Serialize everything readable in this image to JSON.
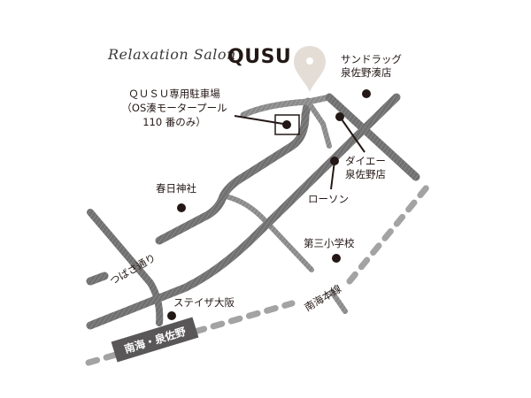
{
  "header": {
    "script_title": "Relaxation Salon",
    "brand": "QUSU"
  },
  "colors": {
    "road": "#6b6b6b",
    "road_light": "#8c8c8c",
    "railway": "#9a9a9a",
    "pin": "#e4ddd6",
    "dot": "#231815",
    "badge_bg": "#595757",
    "badge_text": "#ffffff"
  },
  "destination": {
    "icon": "map-pin-icon"
  },
  "parking": {
    "line1": "ＱＵＳＵ専用駐車場",
    "line2": "（OS湊モータープール",
    "line3": "110 番のみ）"
  },
  "landmarks": {
    "sundrug": {
      "line1": "サンドラッグ",
      "line2": "泉佐野湊店"
    },
    "daiei": {
      "line1": "ダイエー",
      "line2": "泉佐野店"
    },
    "lawson": "ローソン",
    "kasuga_shrine": "春日神社",
    "daisan_school": "第三小学校",
    "stayza": "ステイザ大阪"
  },
  "roads": {
    "tsubasa_dori": "つばさ通り"
  },
  "railway": {
    "line_name": "南海本線",
    "station": "南海・泉佐野"
  }
}
